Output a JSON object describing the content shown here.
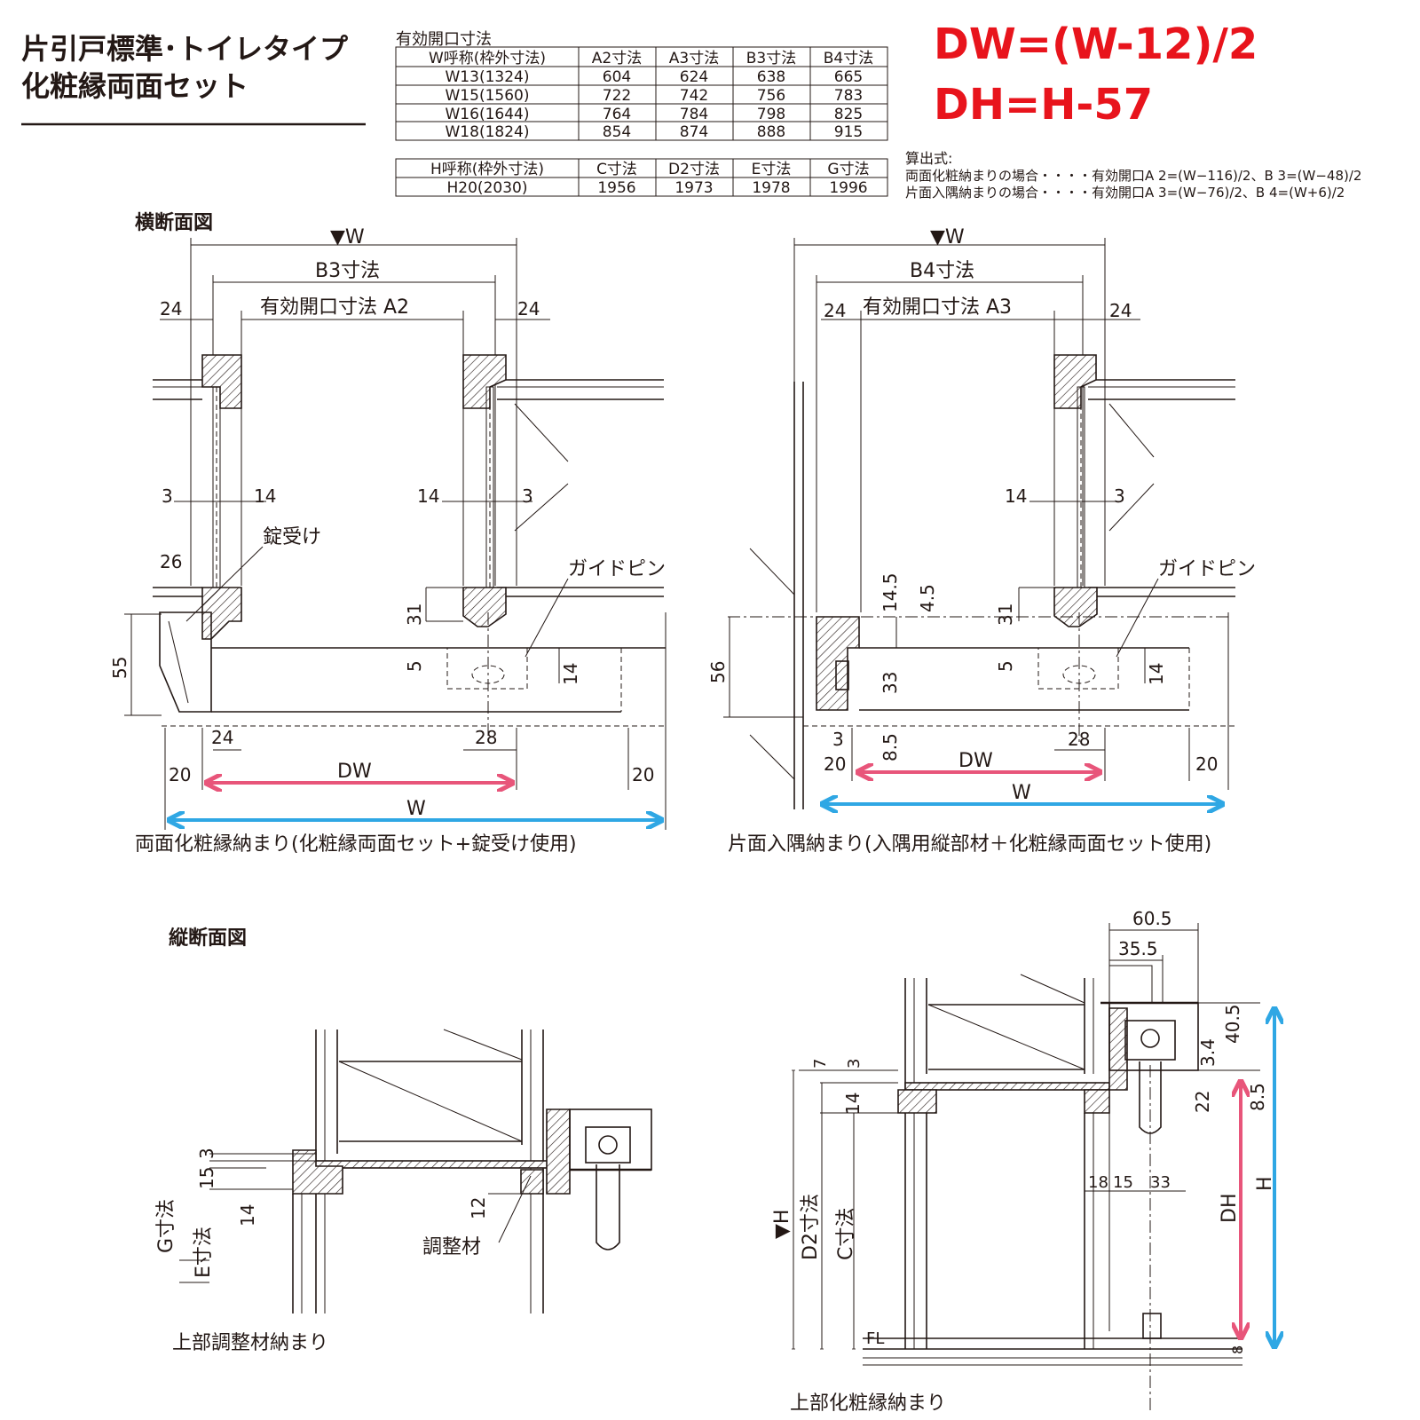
{
  "title": {
    "line1": "片引戸標準･トイレタイプ",
    "line2": "化粧縁両面セット"
  },
  "formulas": {
    "dw": "DW=(W-12)/2",
    "dh": "DH=H-57"
  },
  "table_w": {
    "caption": "有効開口寸法",
    "headers": [
      "W呼称(枠外寸法)",
      "A2寸法",
      "A3寸法",
      "B3寸法",
      "B4寸法"
    ],
    "rows": [
      [
        "W13(1324)",
        "604",
        "624",
        "638",
        "665"
      ],
      [
        "W15(1560)",
        "722",
        "742",
        "756",
        "783"
      ],
      [
        "W16(1644)",
        "764",
        "784",
        "798",
        "825"
      ],
      [
        "W18(1824)",
        "854",
        "874",
        "888",
        "915"
      ]
    ]
  },
  "table_h": {
    "headers": [
      "H呼称(枠外寸法)",
      "C寸法",
      "D2寸法",
      "E寸法",
      "G寸法"
    ],
    "rows": [
      [
        "H20(2030)",
        "1956",
        "1973",
        "1978",
        "1996"
      ]
    ]
  },
  "calc": {
    "title": "算出式:",
    "line1": "両面化粧納まりの場合・・・・有効開口A 2=(W−116)/2、B 3=(W−48)/2",
    "line2": "片面入隅納まりの場合・・・・有効開口A 3=(W−76)/2、B 4=(W+6)/2"
  },
  "section_h": {
    "title": "横断面図",
    "left": {
      "w": "▼W",
      "b": "B3寸法",
      "a": "有効開口寸法 A2",
      "d24a": "24",
      "d24b": "24",
      "d3a": "3",
      "d14a": "14",
      "d14b": "14",
      "d3b": "3",
      "lock": "錠受け",
      "d26": "26",
      "guide": "ガイドピン",
      "d31": "31",
      "d55": "55",
      "d5": "5",
      "d14c": "14",
      "d24c": "24",
      "d28": "28",
      "d20a": "20",
      "d20b": "20",
      "dw": "DW",
      "wb": "W",
      "caption": "両面化粧縁納まり(化粧縁両面セット+錠受け使用)"
    },
    "right": {
      "w": "▼W",
      "b": "B4寸法",
      "a": "有効開口寸法 A3",
      "d24a": "24",
      "d24b": "24",
      "d14": "14",
      "d3": "3",
      "guide": "ガイドピン",
      "d145": "14.5",
      "d45": "4.5",
      "d31": "31",
      "d56": "56",
      "d5": "5",
      "d14c": "14",
      "d33": "33",
      "d3b": "3",
      "d85": "8.5",
      "d28": "28",
      "d20a": "20",
      "d20b": "20",
      "dw": "DW",
      "wb": "W",
      "caption": "片面入隅納まり(入隅用縦部材＋化粧縁両面セット使用)"
    }
  },
  "section_v": {
    "title": "縦断面図",
    "left": {
      "g": "G寸法",
      "e": "E寸法",
      "d3": "3",
      "d15": "15",
      "d14": "14",
      "d12": "12",
      "adj": "調整材",
      "caption": "上部調整材納まり"
    },
    "right": {
      "d605": "60.5",
      "d355": "35.5",
      "d405": "40.5",
      "d34": "3.4",
      "d7": "7",
      "d3": "3",
      "d14": "14",
      "d22": "22",
      "d85": "8.5",
      "d18": "18",
      "d15": "15",
      "d33": "33",
      "h": "▼H",
      "d2": "D2寸法",
      "c": "C寸法",
      "dh": "DH",
      "hb": "H",
      "fl": "FL",
      "d8": "8",
      "caption": "上部化粧縁納まり"
    }
  },
  "colors": {
    "accent_red": "#e8141c",
    "dw_arrow": "#e8557a",
    "w_arrow": "#2fa7e4"
  }
}
